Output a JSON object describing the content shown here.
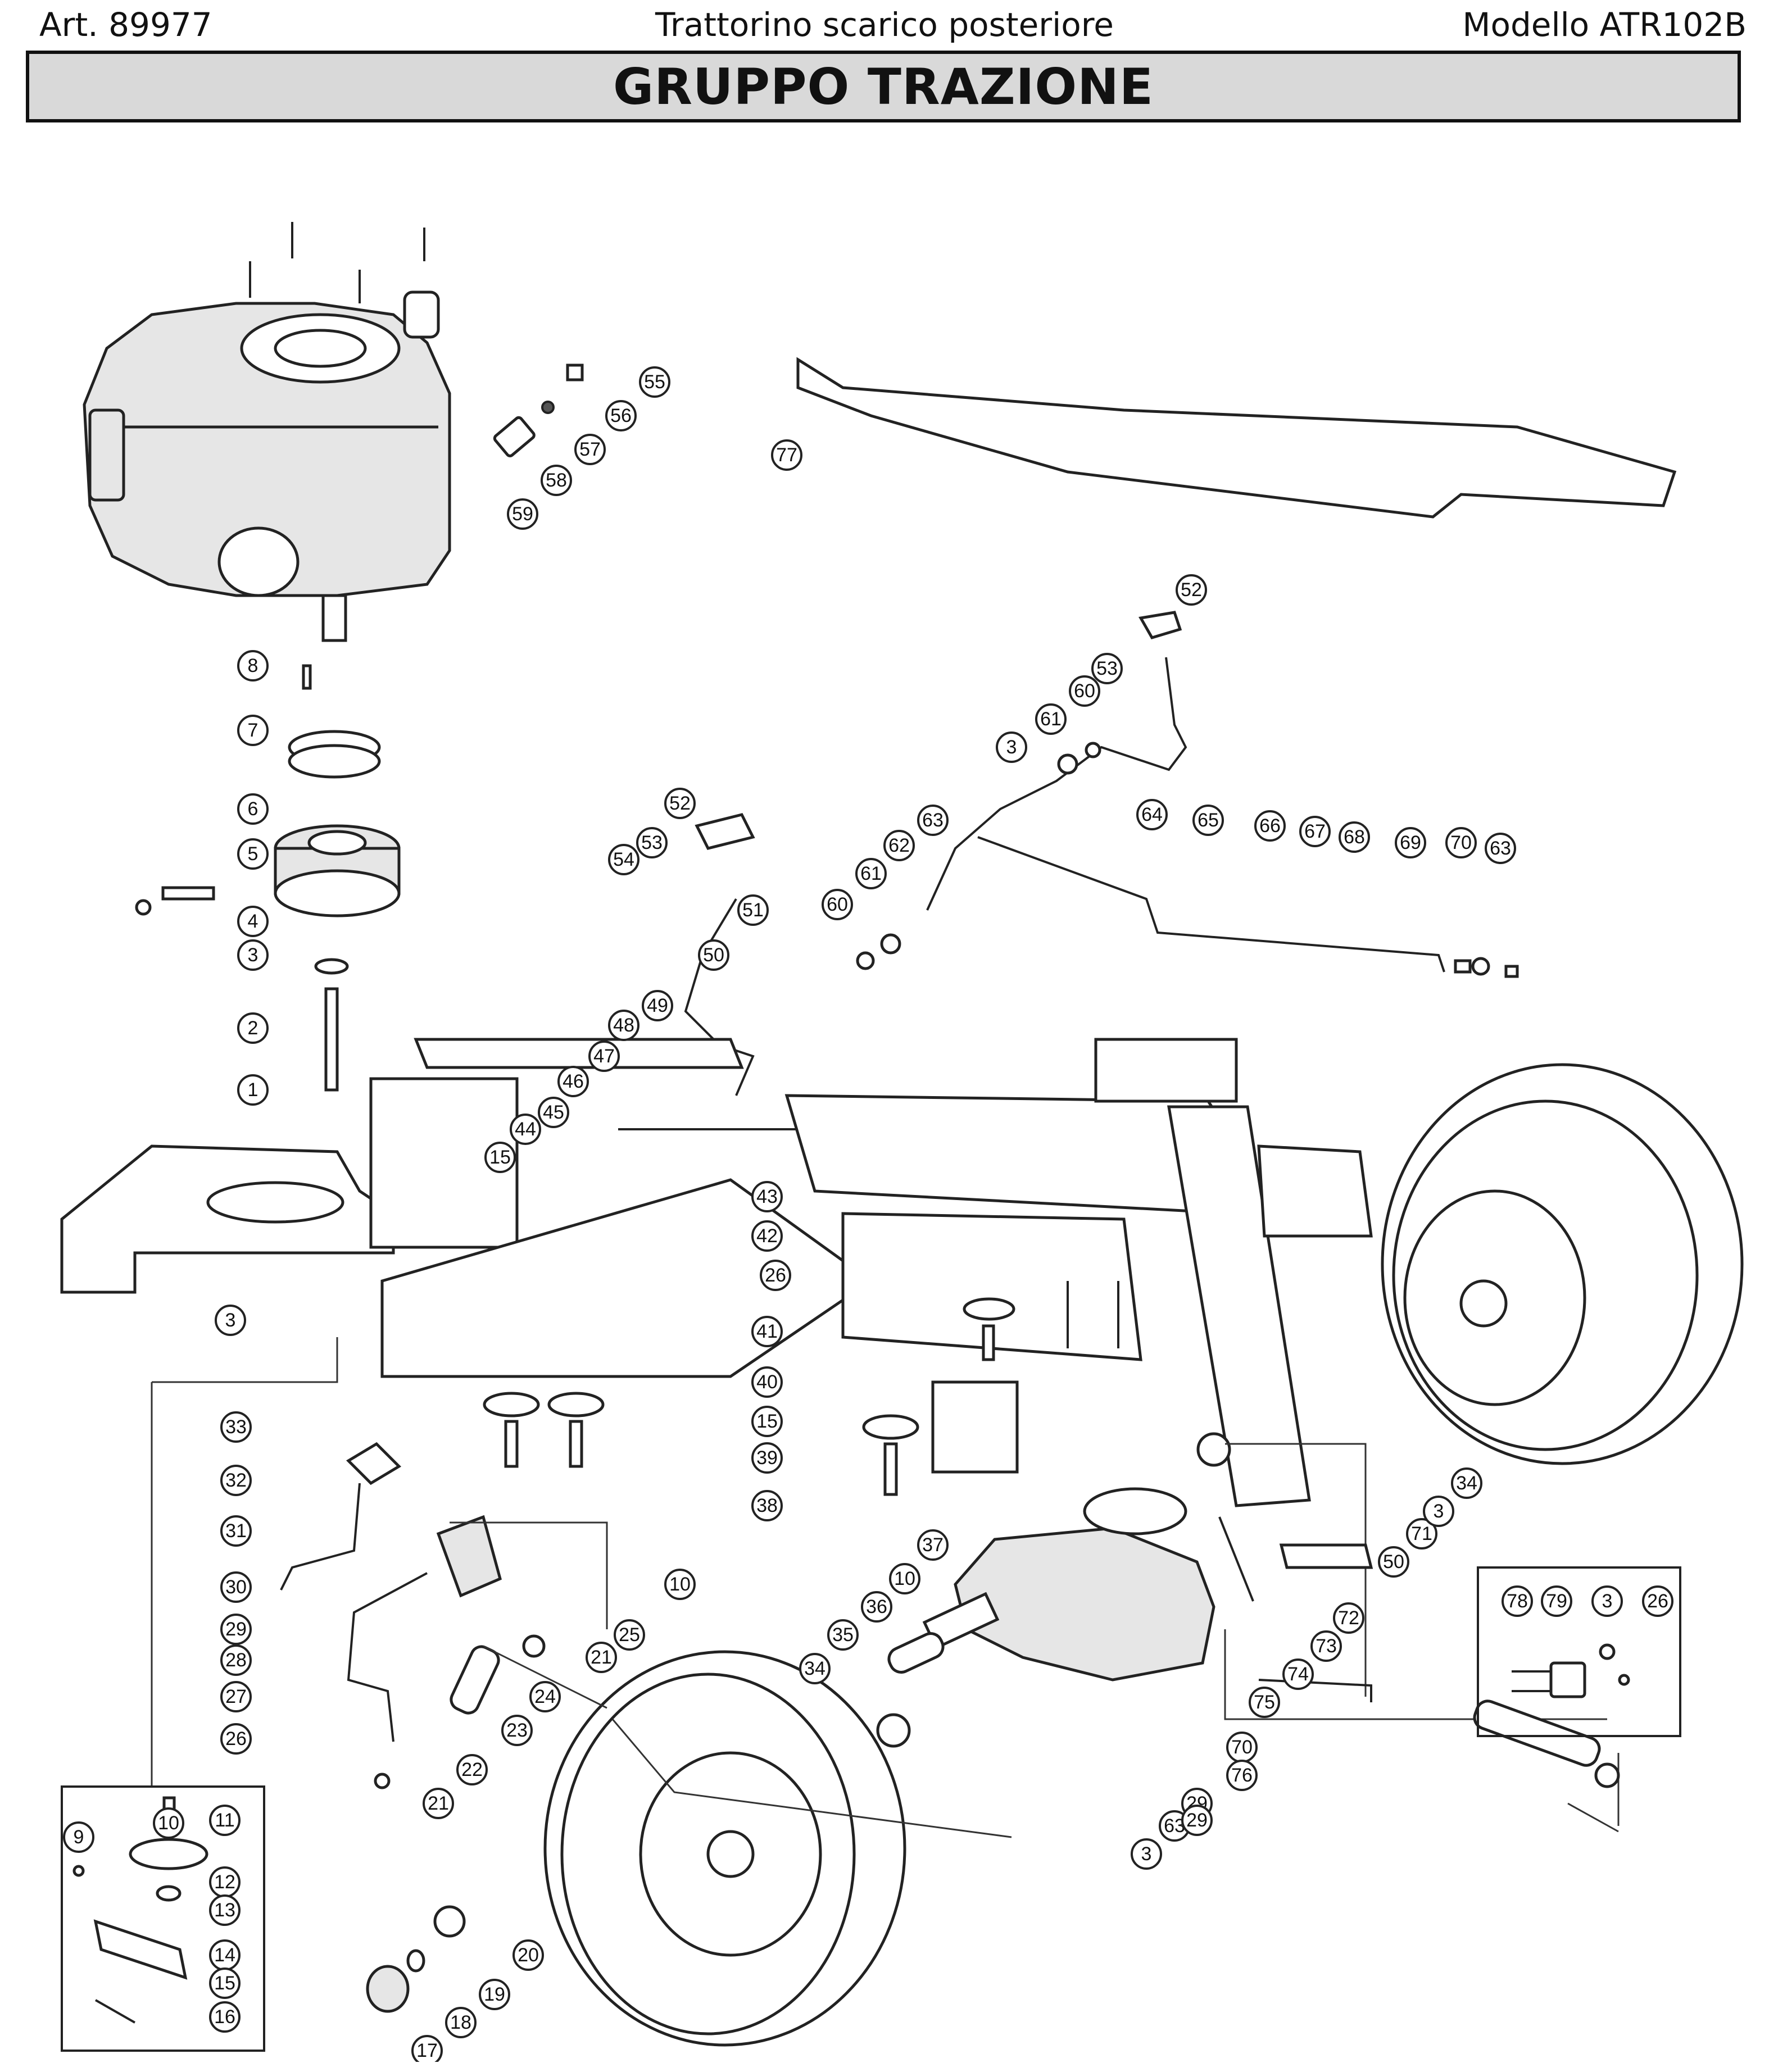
{
  "header": {
    "article": "Art. 89977",
    "description": "Trattorino scarico posteriore",
    "model": "Modello ATR102B",
    "title": "GRUPPO TRAZIONE"
  },
  "callouts": [
    {
      "id": "c1",
      "label": "1"
    },
    {
      "id": "c2",
      "label": "2"
    },
    {
      "id": "c3a",
      "label": "3"
    },
    {
      "id": "c4",
      "label": "4"
    },
    {
      "id": "c5",
      "label": "5"
    },
    {
      "id": "c6",
      "label": "6"
    },
    {
      "id": "c7",
      "label": "7"
    },
    {
      "id": "c8",
      "label": "8"
    },
    {
      "id": "c9",
      "label": "9"
    },
    {
      "id": "c10a",
      "label": "10"
    },
    {
      "id": "c10b",
      "label": "10"
    },
    {
      "id": "c10c",
      "label": "10"
    },
    {
      "id": "c11",
      "label": "11"
    },
    {
      "id": "c12",
      "label": "12"
    },
    {
      "id": "c13",
      "label": "13"
    },
    {
      "id": "c14",
      "label": "14"
    },
    {
      "id": "c15a",
      "label": "15"
    },
    {
      "id": "c15b",
      "label": "15"
    },
    {
      "id": "c15c",
      "label": "15"
    },
    {
      "id": "c16",
      "label": "16"
    },
    {
      "id": "c17",
      "label": "17"
    },
    {
      "id": "c18",
      "label": "18"
    },
    {
      "id": "c19",
      "label": "19"
    },
    {
      "id": "c20",
      "label": "20"
    },
    {
      "id": "c21a",
      "label": "21"
    },
    {
      "id": "c21b",
      "label": "21"
    },
    {
      "id": "c22",
      "label": "22"
    },
    {
      "id": "c23",
      "label": "23"
    },
    {
      "id": "c24",
      "label": "24"
    },
    {
      "id": "c25",
      "label": "25"
    },
    {
      "id": "c26a",
      "label": "26"
    },
    {
      "id": "c26b",
      "label": "26"
    },
    {
      "id": "c26c",
      "label": "26"
    },
    {
      "id": "c27",
      "label": "27"
    },
    {
      "id": "c28",
      "label": "28"
    },
    {
      "id": "c29a",
      "label": "29"
    },
    {
      "id": "c29b",
      "label": "29"
    },
    {
      "id": "c30",
      "label": "30"
    },
    {
      "id": "c31",
      "label": "31"
    },
    {
      "id": "c32",
      "label": "32"
    },
    {
      "id": "c33",
      "label": "33"
    },
    {
      "id": "c34a",
      "label": "34"
    },
    {
      "id": "c34b",
      "label": "34"
    },
    {
      "id": "c35",
      "label": "35"
    },
    {
      "id": "c36",
      "label": "36"
    },
    {
      "id": "c37",
      "label": "37"
    },
    {
      "id": "c38",
      "label": "38"
    },
    {
      "id": "c39",
      "label": "39"
    },
    {
      "id": "c40",
      "label": "40"
    },
    {
      "id": "c41",
      "label": "41"
    },
    {
      "id": "c42",
      "label": "42"
    },
    {
      "id": "c43",
      "label": "43"
    },
    {
      "id": "c44",
      "label": "44"
    },
    {
      "id": "c45",
      "label": "45"
    },
    {
      "id": "c46",
      "label": "46"
    },
    {
      "id": "c47",
      "label": "47"
    },
    {
      "id": "c48",
      "label": "48"
    },
    {
      "id": "c49",
      "label": "49"
    },
    {
      "id": "c50a",
      "label": "50"
    },
    {
      "id": "c50b",
      "label": "50"
    },
    {
      "id": "c51",
      "label": "51"
    },
    {
      "id": "c52a",
      "label": "52"
    },
    {
      "id": "c52b",
      "label": "52"
    },
    {
      "id": "c53a",
      "label": "53"
    },
    {
      "id": "c53b",
      "label": "53"
    },
    {
      "id": "c54",
      "label": "54"
    },
    {
      "id": "c55",
      "label": "55"
    },
    {
      "id": "c56",
      "label": "56"
    },
    {
      "id": "c57",
      "label": "57"
    },
    {
      "id": "c58",
      "label": "58"
    },
    {
      "id": "c59",
      "label": "59"
    },
    {
      "id": "c60",
      "label": "60"
    },
    {
      "id": "c60b",
      "label": "60"
    },
    {
      "id": "c61a",
      "label": "61"
    },
    {
      "id": "c61b",
      "label": "61"
    },
    {
      "id": "c62",
      "label": "62"
    },
    {
      "id": "c63a",
      "label": "63"
    },
    {
      "id": "c63b",
      "label": "63"
    },
    {
      "id": "c63c",
      "label": "63"
    },
    {
      "id": "c64",
      "label": "64"
    },
    {
      "id": "c65",
      "label": "65"
    },
    {
      "id": "c66",
      "label": "66"
    },
    {
      "id": "c67",
      "label": "67"
    },
    {
      "id": "c68",
      "label": "68"
    },
    {
      "id": "c69",
      "label": "69"
    },
    {
      "id": "c70a",
      "label": "70"
    },
    {
      "id": "c70b",
      "label": "70"
    },
    {
      "id": "c71",
      "label": "71"
    },
    {
      "id": "c72",
      "label": "72"
    },
    {
      "id": "c73",
      "label": "73"
    },
    {
      "id": "c74",
      "label": "74"
    },
    {
      "id": "c75",
      "label": "75"
    },
    {
      "id": "c76",
      "label": "76"
    },
    {
      "id": "c77",
      "label": "77"
    },
    {
      "id": "c78",
      "label": "78"
    },
    {
      "id": "c79",
      "label": "79"
    },
    {
      "id": "c3b",
      "label": "3"
    },
    {
      "id": "c3c",
      "label": "3"
    },
    {
      "id": "c3d",
      "label": "3"
    },
    {
      "id": "c3e",
      "label": "3"
    },
    {
      "id": "c3f",
      "label": "3"
    },
    {
      "id": "c29c",
      "label": "29"
    }
  ]
}
